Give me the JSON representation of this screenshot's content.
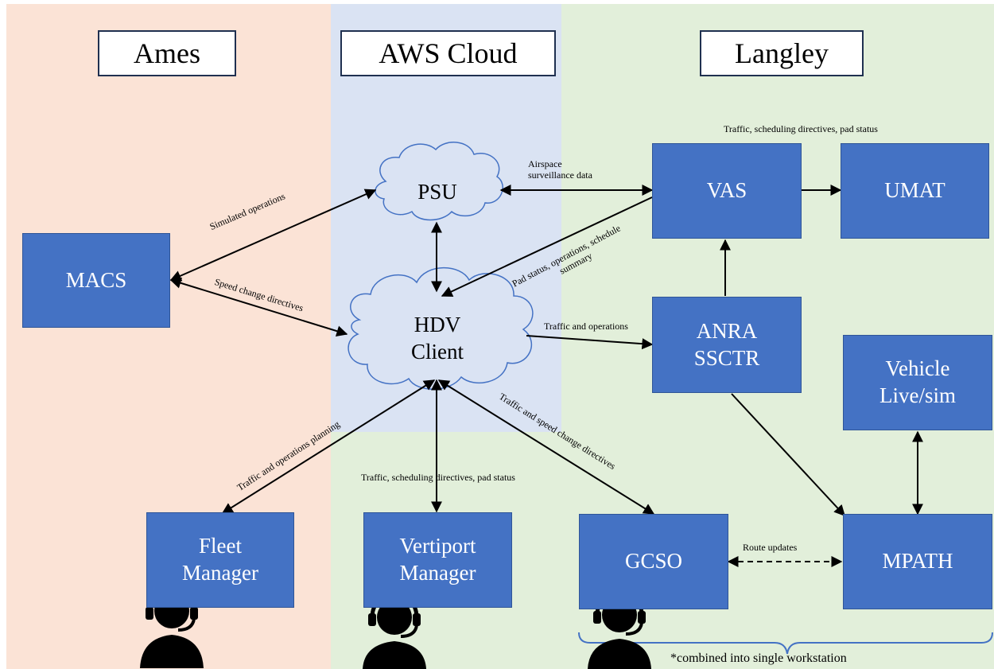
{
  "regions": {
    "ames": {
      "title": "Ames",
      "color": "#fbe3d6"
    },
    "aws": {
      "title": "AWS Cloud",
      "color": "#dae3f3"
    },
    "langley": {
      "title": "Langley",
      "color": "#e2efda"
    }
  },
  "nodes": {
    "macs": "MACS",
    "vas": "VAS",
    "umat": "UMAT",
    "anra_line1": "ANRA",
    "anra_line2": "SSCTR",
    "vehicle_line1": "Vehicle",
    "vehicle_line2": "Live/sim",
    "fleet_line1": "Fleet",
    "fleet_line2": "Manager",
    "vertiport_line1": "Vertiport",
    "vertiport_line2": "Manager",
    "gcso": "GCSO",
    "mpath": "MPATH"
  },
  "clouds": {
    "psu": "PSU",
    "hdv_line1": "HDV",
    "hdv_line2": "Client"
  },
  "edge_labels": {
    "vas_umat": "Traffic, scheduling directives, pad status",
    "airspace_line1": "Airspace",
    "airspace_line2": "surveillance data",
    "simulated_ops": "Simulated operations",
    "speed_change": "Speed change directives",
    "pad_status_line1": "Pad status, operations, schedule",
    "pad_status_line2": "summary",
    "traffic_ops": "Traffic and operations",
    "traffic_ops_planning": "Traffic and operations planning",
    "traffic_speed_change": "Traffic and speed change directives",
    "vertiport_link": "Traffic, scheduling directives, pad status",
    "route_updates": "Route updates"
  },
  "footnote": "*combined into single workstation",
  "colors": {
    "node_fill": "#4472c4",
    "node_border": "#2f5597",
    "cloud_fill": "#dae3f3",
    "cloud_stroke": "#4472c4",
    "bracket": "#4472c4"
  },
  "icons": [
    "headset-operator-icon"
  ]
}
